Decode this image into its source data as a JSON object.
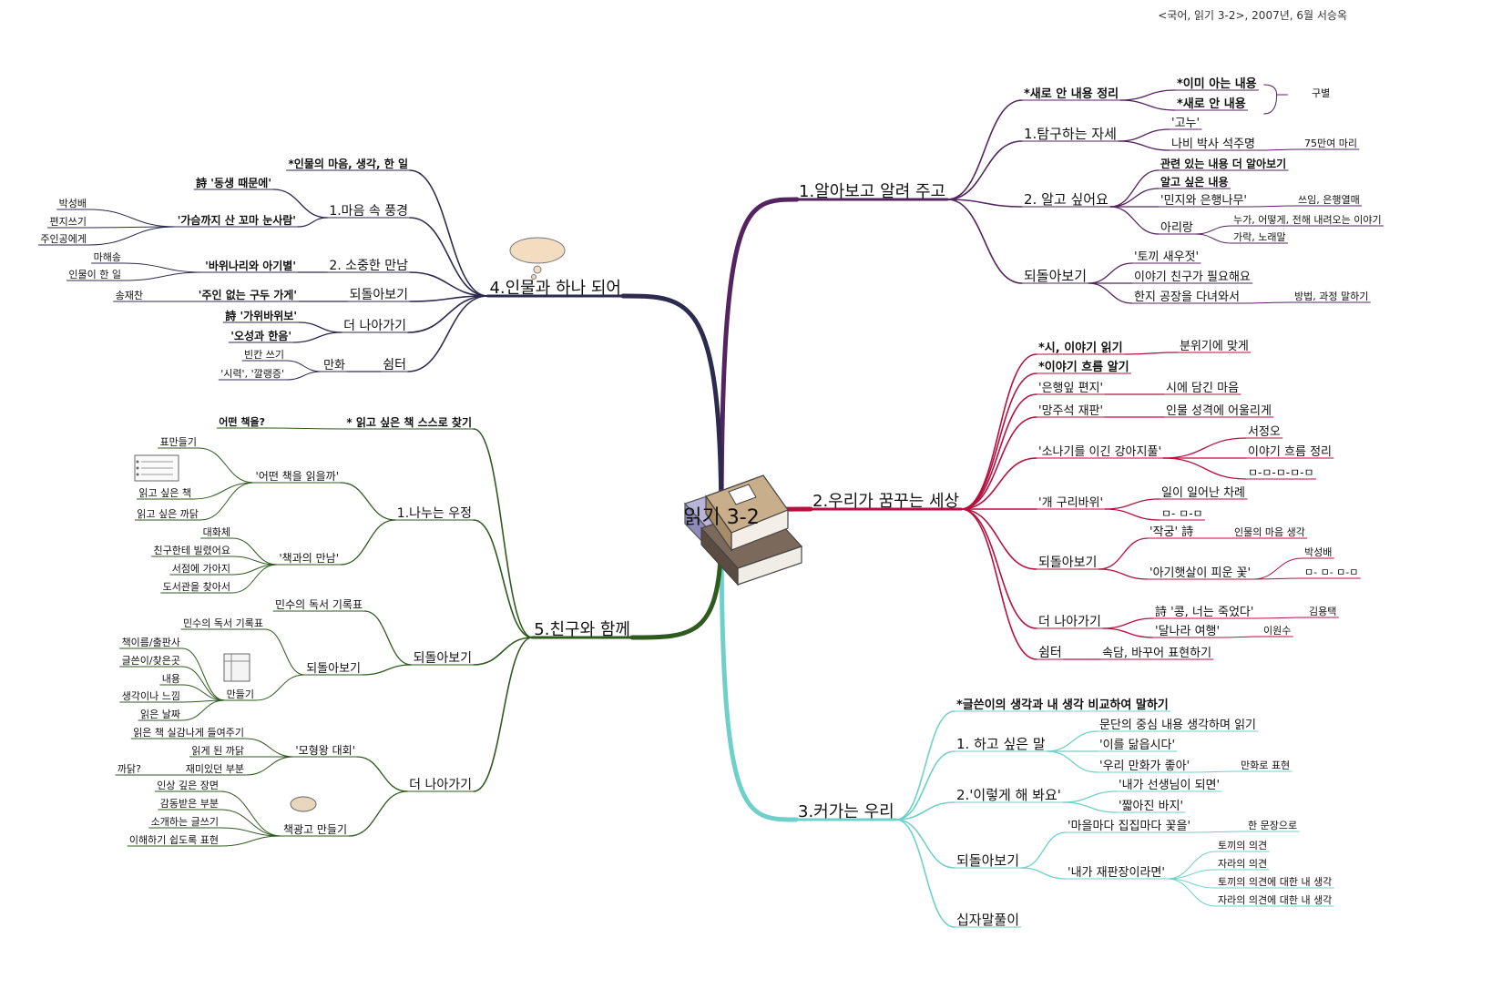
{
  "header": "<국어, 읽기 3-2>, 2007년, 6월 서승옥",
  "colors": {
    "purple": "#55235f",
    "crimson": "#b5103f",
    "teal": "#6fd0c9",
    "navy": "#2c2a4e",
    "green": "#2f5a1e"
  },
  "center": "읽기 3-2",
  "nodes": [
    {
      "id": "c",
      "label": "읽기 3-2"
    },
    {
      "id": "m1",
      "label": "1.알아보고 알려 주고"
    },
    {
      "id": "m1a",
      "label": "*새로 안 내용 정리"
    },
    {
      "id": "m1a1",
      "label": "*이미 아는 내용"
    },
    {
      "id": "m1a2",
      "label": "*새로 안 내용"
    },
    {
      "id": "m1ab",
      "label": "구별"
    },
    {
      "id": "m1b",
      "label": "1.탐구하는 자세"
    },
    {
      "id": "m1b1",
      "label": "'고누'"
    },
    {
      "id": "m1b2",
      "label": "나비 박사 석주명"
    },
    {
      "id": "m1b2a",
      "label": "75만여 마리"
    },
    {
      "id": "m1c",
      "label": "2. 알고 싶어요"
    },
    {
      "id": "m1c1",
      "label": "관련 있는 내용 더 알아보기"
    },
    {
      "id": "m1c2",
      "label": "알고 싶은 내용"
    },
    {
      "id": "m1c3",
      "label": "'민지와 은행나무'"
    },
    {
      "id": "m1c3a",
      "label": "쓰임, 은행열매"
    },
    {
      "id": "m1c4",
      "label": "아리랑"
    },
    {
      "id": "m1c4a",
      "label": "누가, 어떻게, 전해 내려오는 이야기"
    },
    {
      "id": "m1c4b",
      "label": "가락, 노래말"
    },
    {
      "id": "m1d",
      "label": "되돌아보기"
    },
    {
      "id": "m1d1",
      "label": "'토끼 새우젓'"
    },
    {
      "id": "m1d2",
      "label": "이야기 친구가 필요해요"
    },
    {
      "id": "m1d3",
      "label": "한지 공장을 다녀와서"
    },
    {
      "id": "m1d3a",
      "label": "방법, 과정 말하기"
    },
    {
      "id": "m2",
      "label": "2.우리가 꿈꾸는 세상"
    },
    {
      "id": "m2a",
      "label": "*시, 이야기 읽기"
    },
    {
      "id": "m2a1",
      "label": "분위기에 맞게"
    },
    {
      "id": "m2b",
      "label": "*이야기 흐름 알기"
    },
    {
      "id": "m2c",
      "label": "'은행잎 편지'"
    },
    {
      "id": "m2c1",
      "label": "시에 담긴 마음"
    },
    {
      "id": "m2d",
      "label": "'망주석 재판'"
    },
    {
      "id": "m2d1",
      "label": "인물 성격에 어울리게"
    },
    {
      "id": "m2e",
      "label": "'소나기를 이긴 강아지풀'"
    },
    {
      "id": "m2e1",
      "label": "서정오"
    },
    {
      "id": "m2e2",
      "label": "이야기 흐름 정리"
    },
    {
      "id": "m2e3",
      "label": "ㅁ-ㅁ-ㅁ-ㅁ-ㅁ"
    },
    {
      "id": "m2f",
      "label": "'개 구리바위'"
    },
    {
      "id": "m2f1",
      "label": "일이 일어난 차례"
    },
    {
      "id": "m2f2",
      "label": "ㅁ- ㅁ-ㅁ"
    },
    {
      "id": "m2g",
      "label": "되돌아보기"
    },
    {
      "id": "m2g1",
      "label": "'작궁' 詩"
    },
    {
      "id": "m2g1a",
      "label": "인물의 마음 생각"
    },
    {
      "id": "m2g2",
      "label": "'아기햇살이 피운 꽃'"
    },
    {
      "id": "m2g2a",
      "label": "박성배"
    },
    {
      "id": "m2g2b",
      "label": "ㅁ- ㅁ- ㅁ-ㅁ"
    },
    {
      "id": "m2h",
      "label": "더 나아가기"
    },
    {
      "id": "m2h1",
      "label": "詩 '콩, 너는 죽었다'"
    },
    {
      "id": "m2h1a",
      "label": "김용택"
    },
    {
      "id": "m2h2",
      "label": "'달나라 여행'"
    },
    {
      "id": "m2h2a",
      "label": "이원수"
    },
    {
      "id": "m2i",
      "label": "쉼터"
    },
    {
      "id": "m2i1",
      "label": "속담, 바꾸어 표현하기"
    },
    {
      "id": "m3",
      "label": "3.커가는 우리"
    },
    {
      "id": "m3a",
      "label": "*글쓴이의 생각과 내 생각 비교하여 말하기"
    },
    {
      "id": "m3b",
      "label": "1. 하고 싶은 말"
    },
    {
      "id": "m3b1",
      "label": "문단의 중심 내용 생각하며 읽기"
    },
    {
      "id": "m3b2",
      "label": "'이를 닮읍시다'"
    },
    {
      "id": "m3b3",
      "label": "'우리 만화가 좋아'"
    },
    {
      "id": "m3b3a",
      "label": "만화로 표현"
    },
    {
      "id": "m3c",
      "label": "2.'이렇게 해 봐요'"
    },
    {
      "id": "m3c1",
      "label": "'내가 선생님이 되면'"
    },
    {
      "id": "m3c2",
      "label": "'짧아진 바지'"
    },
    {
      "id": "m3d",
      "label": "되돌아보기"
    },
    {
      "id": "m3d1",
      "label": "'마을마다 집집마다 꽃을'"
    },
    {
      "id": "m3d1a",
      "label": "한 문장으로"
    },
    {
      "id": "m3d2",
      "label": "'내가 재판장이라면'"
    },
    {
      "id": "m3d2a",
      "label": "토끼의 의견"
    },
    {
      "id": "m3d2b",
      "label": "자라의 의견"
    },
    {
      "id": "m3d2c",
      "label": "토끼의 의견에 대한 내 생각"
    },
    {
      "id": "m3d2d",
      "label": "자라의 의견에 대한 내 생각"
    },
    {
      "id": "m3e",
      "label": "십자말풀이"
    },
    {
      "id": "m4",
      "label": "4.인물과 하나 되어"
    },
    {
      "id": "m4a",
      "label": "*인물의 마음, 생각, 한 일"
    },
    {
      "id": "m4b",
      "label": "1.마음 속 풍경"
    },
    {
      "id": "m4b1",
      "label": "詩 '동생 때문에'"
    },
    {
      "id": "m4b2",
      "label": "'가슴까지 산 꼬마 눈사람'"
    },
    {
      "id": "m4b2a",
      "label": "박성배"
    },
    {
      "id": "m4b2b",
      "label": "편지쓰기"
    },
    {
      "id": "m4b2c",
      "label": "주인공에게"
    },
    {
      "id": "m4c",
      "label": "2. 소중한 만남"
    },
    {
      "id": "m4c1",
      "label": "'바위나리와 아기별'"
    },
    {
      "id": "m4c1a",
      "label": "마해송"
    },
    {
      "id": "m4c1b",
      "label": "인물이 한 일"
    },
    {
      "id": "m4d",
      "label": "되돌아보기"
    },
    {
      "id": "m4d1",
      "label": "'주인 없는 구두 가게'"
    },
    {
      "id": "m4d1a",
      "label": "송재찬"
    },
    {
      "id": "m4e",
      "label": "더 나아가기"
    },
    {
      "id": "m4e1",
      "label": "詩 '가위바위보'"
    },
    {
      "id": "m4e2",
      "label": "'오성과 한음'"
    },
    {
      "id": "m4f",
      "label": "쉼터"
    },
    {
      "id": "m4f1",
      "label": "만화"
    },
    {
      "id": "m4f1a",
      "label": "빈칸 쓰기"
    },
    {
      "id": "m4f1b",
      "label": "'시력', '깔랭증'"
    },
    {
      "id": "m5",
      "label": "5.친구와 함께"
    },
    {
      "id": "m5a",
      "label": "* 읽고 싶은 책 스스로 찾기"
    },
    {
      "id": "m5a1",
      "label": "어떤 책을?"
    },
    {
      "id": "m5b",
      "label": "1.나누는 우정"
    },
    {
      "id": "m5b1",
      "label": "'어떤 책을 읽을까'"
    },
    {
      "id": "m5b1a",
      "label": "표만들기"
    },
    {
      "id": "m5b1b",
      "label": "읽고 싶은 책"
    },
    {
      "id": "m5b1c",
      "label": "읽고 싶은 까닭"
    },
    {
      "id": "m5b2",
      "label": "'책과의 만남'"
    },
    {
      "id": "m5b2a",
      "label": "대화체"
    },
    {
      "id": "m5b2b",
      "label": "친구한테 빌렸어요"
    },
    {
      "id": "m5b2c",
      "label": "서점에 가아지"
    },
    {
      "id": "m5b2d",
      "label": "도서관을 찾아서"
    },
    {
      "id": "m5c",
      "label": "되돌아보기"
    },
    {
      "id": "m5c1",
      "label": "민수의 독서 기록표"
    },
    {
      "id": "m5c2",
      "label": "되돌아보기"
    },
    {
      "id": "m5c2a",
      "label": "민수의 독서 기록표"
    },
    {
      "id": "m5c2b",
      "label": "만들기"
    },
    {
      "id": "m5c2b1",
      "label": "책이름/출판사"
    },
    {
      "id": "m5c2b2",
      "label": "글쓴이/찾은곳"
    },
    {
      "id": "m5c2b3",
      "label": "내용"
    },
    {
      "id": "m5c2b4",
      "label": "생각이나 느낌"
    },
    {
      "id": "m5c2b5",
      "label": "읽은 날짜"
    },
    {
      "id": "m5d",
      "label": "더 나아가기"
    },
    {
      "id": "m5d1",
      "label": "'모형왕 대회'"
    },
    {
      "id": "m5d1a",
      "label": "읽은 책 실감나게 들여주기"
    },
    {
      "id": "m5d1b",
      "label": "읽게 된 까닭"
    },
    {
      "id": "m5d1c",
      "label": "재미있던 부분"
    },
    {
      "id": "m5d1c1",
      "label": "까닭?"
    },
    {
      "id": "m5d2",
      "label": "책광고 만들기"
    },
    {
      "id": "m5d2a",
      "label": "인상 깊은 장면"
    },
    {
      "id": "m5d2b",
      "label": "감동받은 부분"
    },
    {
      "id": "m5d2c",
      "label": "소개하는 글쓰기"
    },
    {
      "id": "m5d2d",
      "label": "이해하기 쉽도록 표현"
    }
  ]
}
